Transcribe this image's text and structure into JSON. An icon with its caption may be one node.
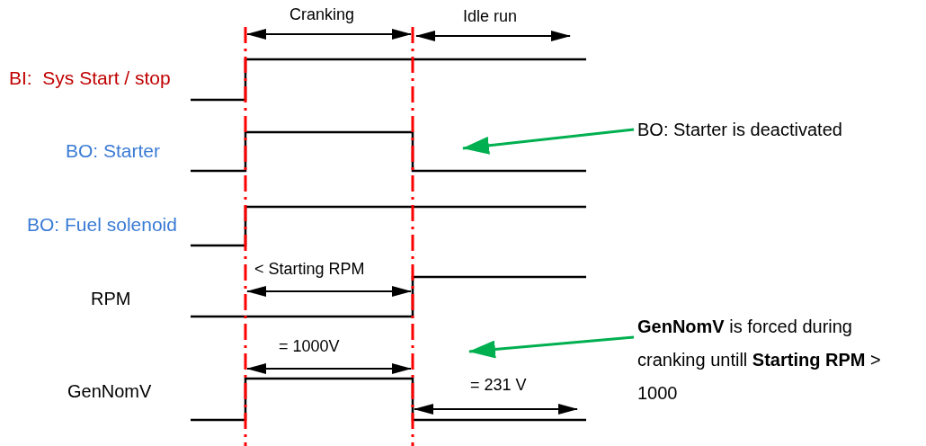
{
  "diagram": {
    "nodes": [
      {
        "text": [
          "BO: Starter is deactivated"
        ]
      },
      {
        "text": [
          "**GenNomV** is forced during cranking untill **Starting RPM** > 1000"
        ]
      }
    ],
    "edges": [
      {
        "from": 0,
        "to": null,
        "arrow": "to"
      },
      {
        "from": 1,
        "to": null,
        "arrow": "to"
      }
    ],
    "labels": [
      "Cranking",
      "Idle run",
      "BI:  Sys Start / stop",
      "BO: Starter",
      "BO: Fuel solenoid",
      "< Starting RPM",
      "RPM",
      "= 1000V",
      "= 231 V",
      "GenNomV"
    ]
  }
}
